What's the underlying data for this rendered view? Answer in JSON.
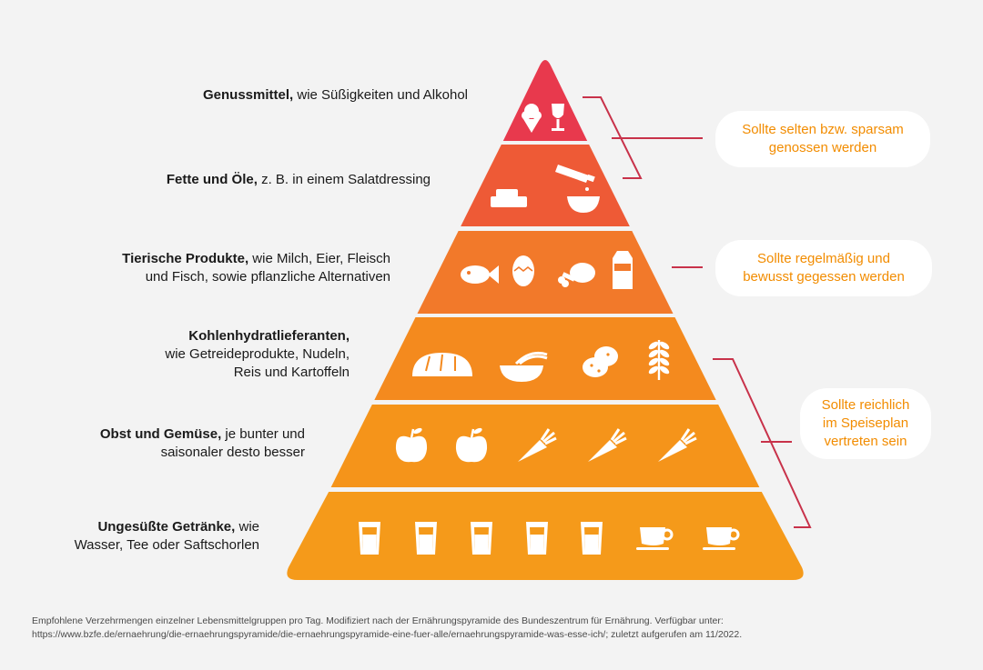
{
  "levels": [
    {
      "bold": "Genussmittel,",
      "lines": [
        " wie Süßigkeiten und Alkohol"
      ],
      "icons": [
        "ice-cream-icon",
        "wine-glass-icon"
      ]
    },
    {
      "bold": "Fette und Öle,",
      "lines": [
        " z. B. in einem Salatdressing"
      ],
      "icons": [
        "butter-icon",
        "oil-bottle-icon",
        "bowl-icon"
      ]
    },
    {
      "bold": "Tierische Produkte,",
      "lines": [
        " wie Milch, Eier, Fleisch",
        "und Fisch, sowie pflanzliche Alternativen"
      ],
      "icons": [
        "fish-icon",
        "egg-icon",
        "chicken-leg-icon",
        "milk-carton-icon"
      ]
    },
    {
      "bold": "Kohlenhydratlieferanten,",
      "lines": [
        "",
        "wie Getreideprodukte, Nudeln,",
        "Reis und Kartoffeln"
      ],
      "icons": [
        "bread-icon",
        "noodle-bowl-icon",
        "potato-icon",
        "grain-icon"
      ]
    },
    {
      "bold": "Obst und Gemüse,",
      "lines": [
        " je bunter und",
        "saisonaler desto besser"
      ],
      "icons": [
        "apple-icon",
        "apple-icon",
        "carrot-icon",
        "carrot-icon",
        "carrot-icon"
      ]
    },
    {
      "bold": "Ungesüßte Getränke,",
      "lines": [
        " wie",
        "Wasser, Tee oder Saftschorlen"
      ],
      "icons": [
        "glass-icon",
        "glass-icon",
        "glass-icon",
        "glass-icon",
        "glass-icon",
        "cup-icon",
        "cup-icon"
      ]
    }
  ],
  "recommendations": [
    {
      "lines": [
        "Sollte selten bzw. sparsam",
        "genossen werden"
      ]
    },
    {
      "lines": [
        "Sollte regelmäßig und",
        "bewusst gegessen werden"
      ]
    },
    {
      "lines": [
        "Sollte reichlich",
        "im Speiseplan",
        "vertreten sein"
      ]
    }
  ],
  "level_colors": [
    "#e8394d",
    "#ee5a36",
    "#f2792a",
    "#f48a1e",
    "#f5941a",
    "#f59a1a"
  ],
  "bracket_color": "#c8324a",
  "footnote": {
    "line1": "Empfohlene Verzehrmengen einzelner Lebensmittelgruppen pro Tag. Modifiziert nach der Ernährungspyramide des Bundeszentrum für Ernährung. Verfügbar unter:",
    "line2": "https://www.bzfe.de/ernaehrung/die-ernaehrungspyramide/die-ernaehrungspyramide-eine-fuer-alle/ernaehrungspyramide-was-esse-ich/; zuletzt aufgerufen am 11/2022."
  }
}
